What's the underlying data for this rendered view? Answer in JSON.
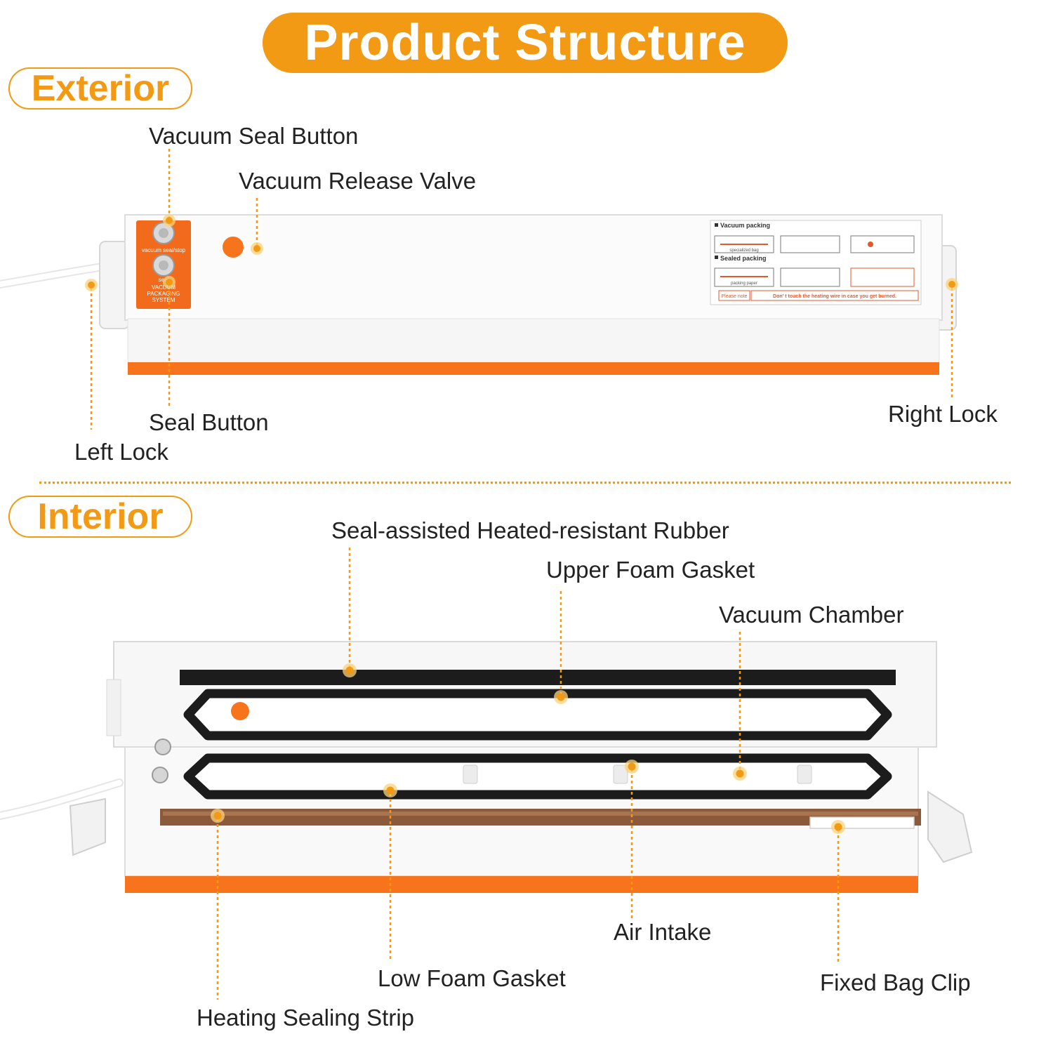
{
  "header": {
    "title": "Product Structure"
  },
  "sections": {
    "exterior": "Exterior",
    "interior": "Interior"
  },
  "exterior_labels": {
    "vacuum_seal_button": "Vacuum Seal Button",
    "vacuum_release_valve": "Vacuum Release Valve",
    "seal_button": "Seal Button",
    "left_lock": "Left Lock",
    "right_lock": "Right Lock"
  },
  "device_panel": {
    "button_top": "vacuum seal/stop",
    "button_bottom": "seal",
    "system_line1": "VACUUM",
    "system_line2": "PACKAGING",
    "system_line3": "SYSTEM"
  },
  "instruction_card": {
    "heading1": "Vacuum packing",
    "heading2": "Sealed packing",
    "bag_label1": "specialized bag",
    "bag_label2": "packing paper",
    "note_label": "Please note",
    "note_text": "Don' t touch the heating wire in case you get burned."
  },
  "interior_labels": {
    "rubber": "Seal-assisted Heated-resistant Rubber",
    "upper_gasket": "Upper Foam Gasket",
    "vacuum_chamber": "Vacuum Chamber",
    "air_intake": "Air Intake",
    "low_gasket": "Low Foam Gasket",
    "bag_clip": "Fixed Bag Clip",
    "heating_strip": "Heating Sealing Strip"
  },
  "colors": {
    "accent": "#f39a14",
    "device_orange": "#f7731c",
    "gasket": "#1c1c1c",
    "heating_strip": "#8a5a3a"
  }
}
